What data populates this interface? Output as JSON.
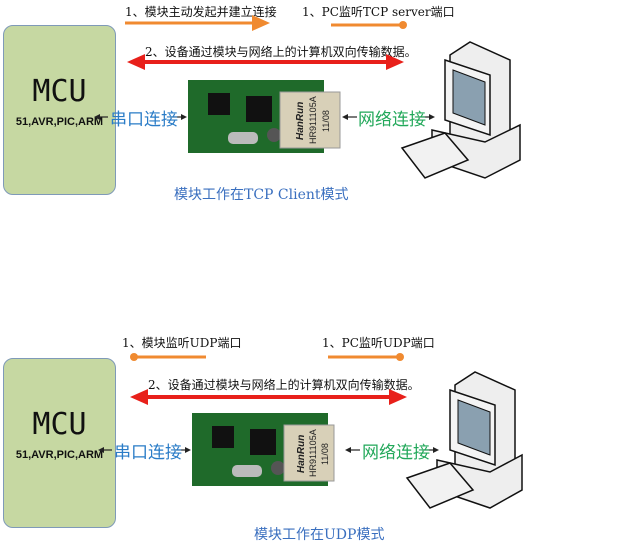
{
  "colors": {
    "mcu_fill": "#c6d8a2",
    "orange": "#f08a30",
    "red": "#e8201a",
    "serial_text": "#2a7cc7",
    "net_text": "#22a85a",
    "caption": "#3a6fbf"
  },
  "tcp_panel": {
    "mcu_title": "MCU",
    "mcu_sub": "51,AVR,PIC,ARM",
    "step1_module": "1、模块主动发起并建立连接",
    "step1_pc": "1、PC监听TCP server端口",
    "step2": "2、设备通过模块与网络上的计算机双向传输数据。",
    "serial_label": "串口连接",
    "net_label": "网络连接",
    "module_brand": "HanRun",
    "module_part": "HR911105A",
    "module_date": "11/08",
    "caption": "模块工作在TCP Client模式"
  },
  "udp_panel": {
    "mcu_title": "MCU",
    "mcu_sub": "51,AVR,PIC,ARM",
    "step1_module": "1、模块监听UDP端口",
    "step1_pc": "1、PC监听UDP端口",
    "step2": "2、设备通过模块与网络上的计算机双向传输数据。",
    "serial_label": "串口连接",
    "net_label": "网络连接",
    "module_brand": "HanRun",
    "module_part": "HR911105A",
    "module_date": "11/08",
    "caption": "模块工作在UDP模式"
  }
}
